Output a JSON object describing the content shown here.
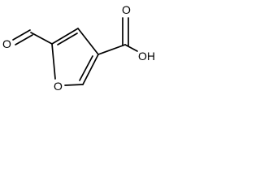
{
  "molecule": {
    "atoms": {
      "carbonyl_oxygen": "O",
      "ring_oxygen": "O",
      "hydroxyl": "OH",
      "acid_oxygen": "O"
    }
  }
}
